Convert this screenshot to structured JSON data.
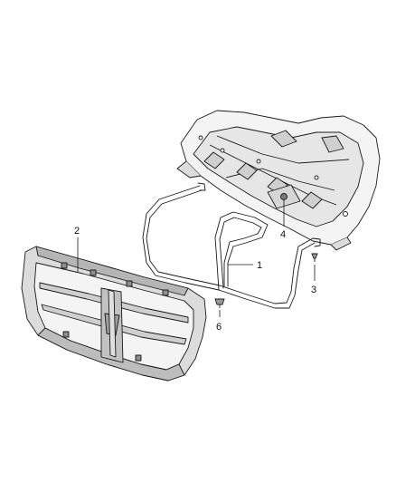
{
  "diagram": {
    "callouts": [
      {
        "id": "1",
        "part": "hood-seal"
      },
      {
        "id": "2",
        "part": "grille"
      },
      {
        "id": "3",
        "part": "push-pin-clip"
      },
      {
        "id": "4",
        "part": "hood-latch-fastener"
      },
      {
        "id": "6",
        "part": "retainer-clip"
      }
    ],
    "colors": {
      "line": "#1a1a1a",
      "fill_light": "#f2f2f2",
      "fill_mid": "#dcdcdc",
      "fill_dark": "#b5b5b5"
    }
  }
}
